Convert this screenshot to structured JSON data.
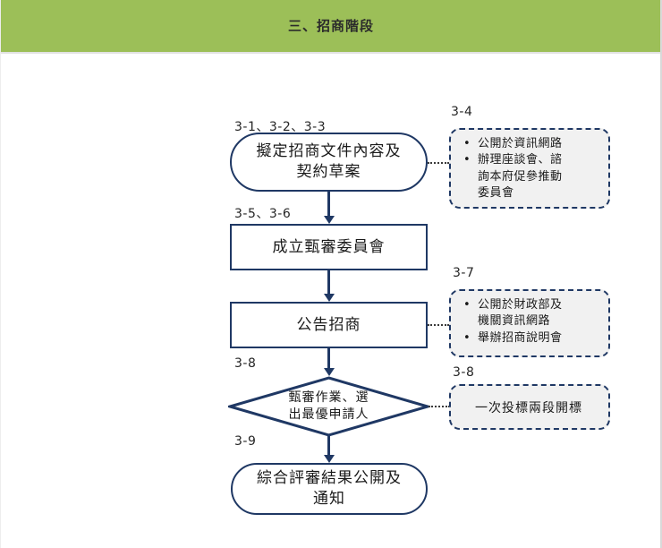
{
  "header": {
    "title": "三、招商階段"
  },
  "colors": {
    "header_band": "#9cbf58",
    "node_border": "#1f3864",
    "note_border": "#1f3864",
    "note_background": "#f1f1f1",
    "connector": "#1f3864",
    "page_background": "#ffffff"
  },
  "flowchart": {
    "type": "flowchart",
    "orientation": "vertical",
    "nodes": [
      {
        "id": "n1",
        "shape": "oval",
        "step": "3-1、3-2、3-3",
        "text": "擬定招商文件內容及契約草案",
        "line1": "擬定招商文件內容及",
        "line2": "契約草案"
      },
      {
        "id": "n2",
        "shape": "rectangle",
        "step": "3-5、3-6",
        "text": "成立甄審委員會"
      },
      {
        "id": "n3",
        "shape": "rectangle",
        "step": "",
        "text": "公告招商"
      },
      {
        "id": "n4",
        "shape": "diamond",
        "step": "3-8",
        "text": "甄審作業、選出最優申請人",
        "line1": "甄審作業、選",
        "line2": "出最優申請人"
      },
      {
        "id": "n5",
        "shape": "oval",
        "step": "3-9",
        "text": "綜合評審結果公開及通知",
        "line1": "綜合評審結果公開及",
        "line2": "通知"
      }
    ],
    "notes": [
      {
        "id": "note1",
        "step": "3-4",
        "attached_to": "n1",
        "style": "bulleted",
        "bullet_glyph": "•",
        "items": [
          "公開於資訊網路",
          "辦理座談會、諮詢本府促參推動委員會"
        ],
        "item_lines": [
          [
            "公開於資訊網路"
          ],
          [
            "辦理座談會、諮",
            "詢本府促參推動",
            "委員會"
          ]
        ]
      },
      {
        "id": "note2",
        "step": "3-7",
        "attached_to": "n3",
        "style": "bulleted",
        "bullet_glyph": "•",
        "items": [
          "公開於財政部及機關資訊網路",
          "舉辦招商說明會"
        ],
        "item_lines": [
          [
            "公開於財政部及",
            "機關資訊網路"
          ],
          [
            "舉辦招商說明會"
          ]
        ]
      },
      {
        "id": "note3",
        "step": "3-8",
        "attached_to": "n4",
        "style": "plain",
        "text": "一次投標兩段開標"
      }
    ]
  }
}
